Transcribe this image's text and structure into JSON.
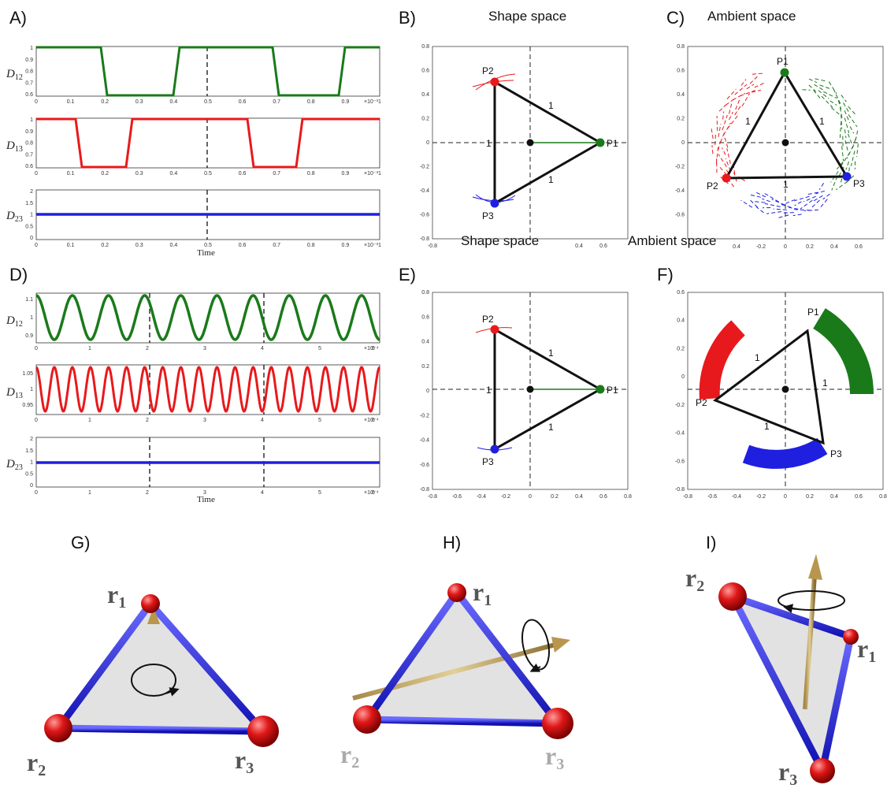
{
  "panels": {
    "A": "A)",
    "B": "B)",
    "C": "C)",
    "D": "D)",
    "E": "E)",
    "F": "F)",
    "G": "G)",
    "H": "H)",
    "I": "I)"
  },
  "titles": {
    "shape_space": "Shape space",
    "ambient_space": "Ambient space"
  },
  "timeseries": {
    "d12": "D",
    "d12_sub": "12",
    "d13": "D",
    "d13_sub": "13",
    "d23": "D",
    "d23_sub": "23",
    "time_label": "Time",
    "sci_top": "×10⁻³",
    "sci_bottom": "×10⁻⁴",
    "A_yticks_d12": [
      "1",
      "0.9",
      "0.8",
      "0.7",
      "0.6"
    ],
    "A_yticks_d13": [
      "1",
      "0.9",
      "0.8",
      "0.7",
      "0.6"
    ],
    "A_yticks_d23": [
      "2",
      "1.5",
      "1",
      "0.5",
      "0"
    ],
    "A_xticks": [
      "0",
      "0.1",
      "0.2",
      "0.3",
      "0.4",
      "0.5",
      "0.6",
      "0.7",
      "0.8",
      "0.9",
      "1"
    ],
    "D_yticks_d12": [
      "1.1",
      "1",
      "0.9"
    ],
    "D_yticks_d13": [
      "1.05",
      "1",
      "0.95"
    ],
    "D_yticks_d23": [
      "2",
      "1.5",
      "1",
      "0.5",
      "0"
    ],
    "D_xticks": [
      "0",
      "1",
      "2",
      "3",
      "4",
      "5",
      "6"
    ]
  },
  "triangle_plots": {
    "xticks": [
      "-0.8",
      "-0.6",
      "-0.4",
      "-0.2",
      "0",
      "0.2",
      "0.4",
      "0.6",
      "0.8"
    ],
    "yticks": [
      "0.8",
      "0.6",
      "0.4",
      "0.2",
      "0",
      "-0.2",
      "-0.4",
      "-0.6",
      "-0.8"
    ],
    "C_xticks": [
      "0.4",
      "-0.2",
      "0",
      "0.2",
      "0.4",
      "0.6"
    ],
    "F_yticks": [
      "0.6",
      "0.4",
      "0.2",
      "0",
      "-0.2",
      "-0.4",
      "-0.6",
      "-0.8"
    ],
    "points": {
      "p1": "P1",
      "p2": "P2",
      "p3": "P3"
    },
    "edge": "1",
    "colors": {
      "p1": "#1a7a1a",
      "p2": "#e8191c",
      "p3": "#1f1fe0"
    }
  },
  "illustrations": {
    "r": "r",
    "s1": "1",
    "s2": "2",
    "s3": "3"
  }
}
